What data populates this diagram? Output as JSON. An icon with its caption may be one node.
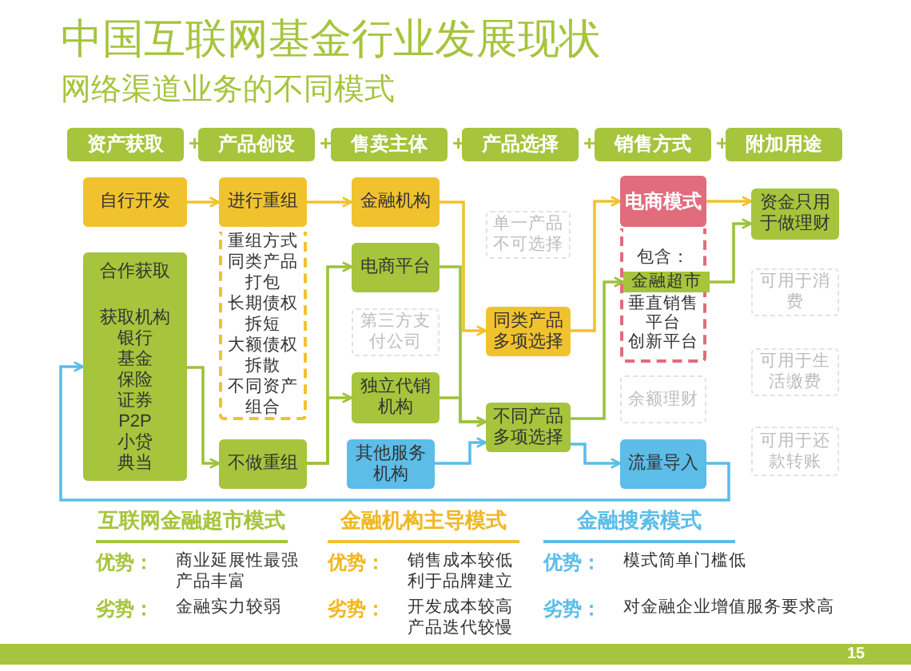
{
  "diagram": {
    "title": "中国互联网基金行业发展现状",
    "nodes": [
      {
        "text": [
          "资产获取"
        ]
      },
      {
        "text": [
          "产品创设"
        ]
      },
      {
        "text": [
          "售卖主体"
        ]
      },
      {
        "text": [
          "产品选择"
        ]
      },
      {
        "text": [
          "销售方式"
        ]
      },
      {
        "text": [
          "附加用途"
        ]
      },
      {
        "text": [
          "自行开发"
        ]
      },
      {
        "text": [
          "进行重组"
        ]
      },
      {
        "text": [
          "重组方式",
          "同类产品打包",
          "长期债权拆短",
          "大额债权拆散",
          "不同资产组合"
        ]
      },
      {
        "text": [
          "金融机构"
        ]
      },
      {
        "text": [
          "合作获取",
          "获取机构",
          "银行",
          "基金",
          "保险",
          "证券",
          "P2P",
          "小贷",
          "典当"
        ]
      },
      {
        "text": [
          "电商平台"
        ]
      },
      {
        "text": [
          "第三方支付公司"
        ]
      },
      {
        "text": [
          "独立代销机构"
        ]
      },
      {
        "text": [
          "其他服务机构"
        ]
      },
      {
        "text": [
          "不做重组"
        ]
      },
      {
        "text": [
          "单一产品不可选择"
        ]
      },
      {
        "text": [
          "同类产品多项选择"
        ]
      },
      {
        "text": [
          "不同产品多项选择"
        ]
      },
      {
        "text": [
          "电商模式"
        ]
      },
      {
        "text": [
          "包含：",
          "垂直销售平台",
          "创新平台"
        ]
      },
      {
        "text": [
          "金融超市"
        ],
        "in": 20
      },
      {
        "text": [
          "余额理财"
        ]
      },
      {
        "text": [
          "流量导入"
        ]
      },
      {
        "text": [
          "资金只用于做理财"
        ]
      },
      {
        "text": [
          "可用于消费"
        ]
      },
      {
        "text": [
          "可用于生活缴费"
        ]
      },
      {
        "text": [
          "可用于还款转账"
        ]
      }
    ],
    "edges": [
      {
        "from": 6,
        "to": 7,
        "arrow": "to",
        "color": "#f0c22e"
      },
      {
        "from": 7,
        "to": 9,
        "arrow": "to",
        "color": "#f0c22e"
      },
      {
        "from": 9,
        "to": 17,
        "arrow": "to",
        "color": "#f0c22e"
      },
      {
        "from": 10,
        "to": 15,
        "arrow": "to"
      },
      {
        "from": 15,
        "to": 11,
        "arrow": "to"
      },
      {
        "from": 15,
        "to": 13,
        "arrow": "to"
      },
      {
        "from": 11,
        "to": 18,
        "arrow": "to"
      },
      {
        "from": 13,
        "to": 18,
        "arrow": "to"
      },
      {
        "from": 14,
        "to": 18,
        "arrow": "to",
        "color": "#5bbde8"
      },
      {
        "from": 18,
        "to": 23,
        "arrow": "to",
        "color": "#5bbde8"
      },
      {
        "from": 23,
        "to": 10,
        "arrow": "to",
        "color": "#5bbde8"
      },
      {
        "from": 17,
        "to": 19,
        "arrow": "to",
        "color": "#f0c22e"
      },
      {
        "from": 18,
        "to": 21,
        "arrow": "to"
      },
      {
        "from": 19,
        "to": 24,
        "arrow": "to",
        "color": "#f0c22e"
      },
      {
        "from": 21,
        "to": 24,
        "arrow": "to"
      }
    ],
    "labels": [
      "网络渠道业务的不同模式",
      "+",
      "+",
      "+",
      "+",
      "+",
      "互联网金融超市模式",
      "金融机构主导模式",
      "金融搜索模式",
      "优势：",
      "商业延展性最强",
      "产品丰富",
      "优势：",
      "销售成本较低",
      "利于品牌建立",
      "优势：",
      "模式简单门槛低",
      "劣势：",
      "金融实力较弱",
      "劣势：",
      "开发成本较高",
      "产品迭代较慢",
      "劣势：",
      "对金融企业增值服务要求高",
      "15"
    ]
  }
}
